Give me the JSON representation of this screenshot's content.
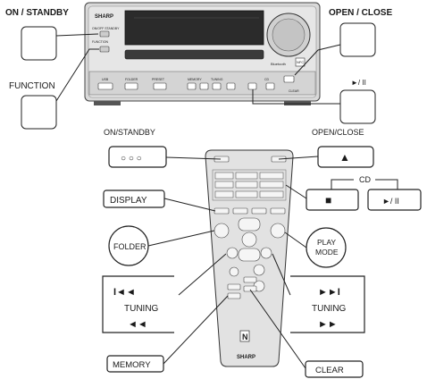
{
  "unit": {
    "brand": "SHARP",
    "small_labels": [
      "ON/OFF STANDBY",
      "FUNCTION"
    ],
    "bottom_labels": [
      "USB",
      "FOLDER",
      "PRESET",
      "MEMORY",
      "TUNING",
      "CD",
      "CLEAR"
    ],
    "bluetooth_label": "Bluetooth",
    "nfc_label": "NFC"
  },
  "callouts": {
    "on_standby_top": "ON / STANDBY",
    "function": "FUNCTION",
    "open_close_top": "OPEN / CLOSE",
    "play_pause_top": "►/ II",
    "on_standby_remote": "ON/STANDBY",
    "on_standby_dots": "○ ○ ○",
    "open_close_remote": "OPEN/CLOSE",
    "eject_symbol": "▲",
    "cd": "CD",
    "stop_symbol": "■",
    "play_pause_remote": "►/ II",
    "display": "DISPLAY",
    "folder": "FOLDER",
    "play_mode_line1": "PLAY",
    "play_mode_line2": "MODE",
    "tuning_left_top": "I◄◄",
    "tuning_left_label": "TUNING",
    "tuning_left_bottom": "◄◄",
    "tuning_right_top": "►►I",
    "tuning_right_label": "TUNING",
    "tuning_right_bottom": "►►",
    "memory": "MEMORY",
    "clear": "CLEAR"
  },
  "remote": {
    "brand": "SHARP",
    "nfc_mark": "N"
  }
}
